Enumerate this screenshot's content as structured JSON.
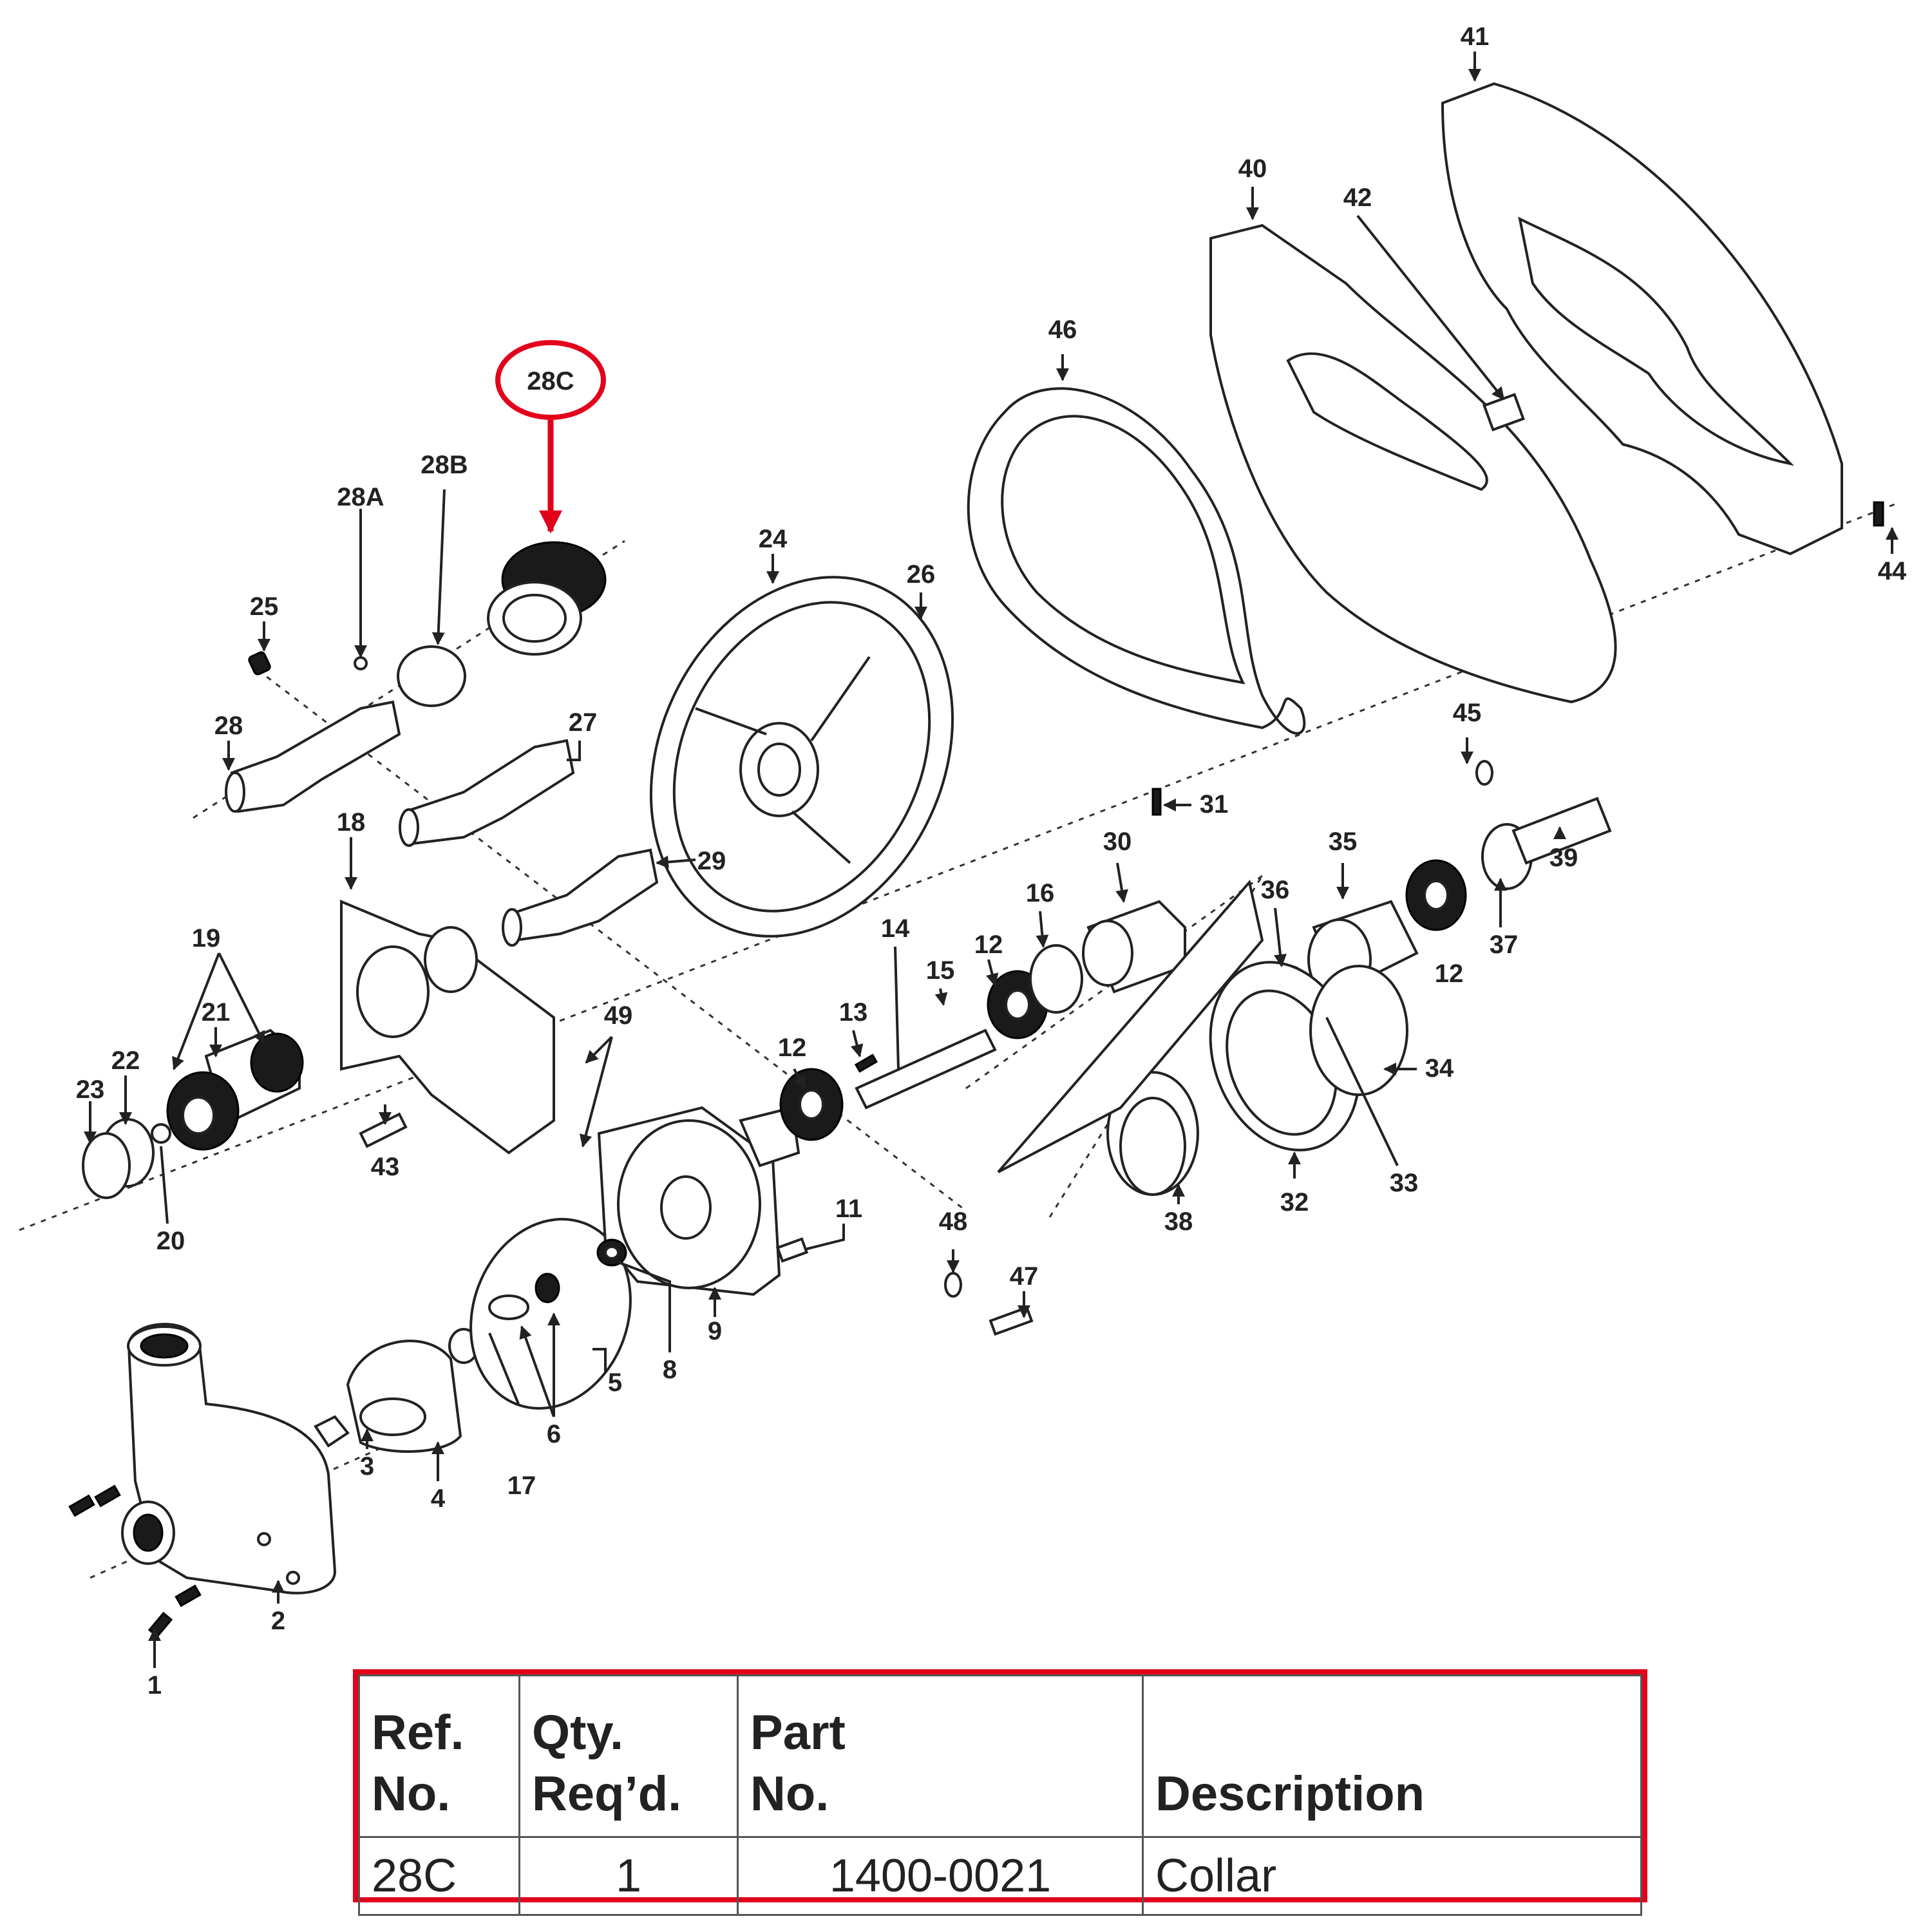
{
  "callout_labels": [
    "1",
    "2",
    "3",
    "4",
    "5",
    "6",
    "8",
    "9",
    "11",
    "12",
    "13",
    "14",
    "15",
    "16",
    "17",
    "18",
    "19",
    "20",
    "21",
    "22",
    "23",
    "24",
    "25",
    "26",
    "27",
    "28",
    "28A",
    "28B",
    "28C",
    "29",
    "30",
    "31",
    "32",
    "33",
    "34",
    "35",
    "36",
    "37",
    "38",
    "39",
    "40",
    "41",
    "42",
    "43",
    "44",
    "45",
    "46",
    "47",
    "48",
    "49"
  ],
  "highlight": {
    "label": "28C",
    "color": "#e3001b"
  },
  "table": {
    "headers": {
      "ref": [
        "Ref.",
        "No."
      ],
      "qty": [
        "Qty.",
        "Req’d."
      ],
      "part": [
        "Part",
        "No."
      ],
      "desc": "Description"
    },
    "rows": [
      {
        "ref": "28C",
        "qty": "1",
        "part": "1400-0021",
        "desc": "Collar"
      }
    ],
    "border_color": "#e3001b"
  }
}
